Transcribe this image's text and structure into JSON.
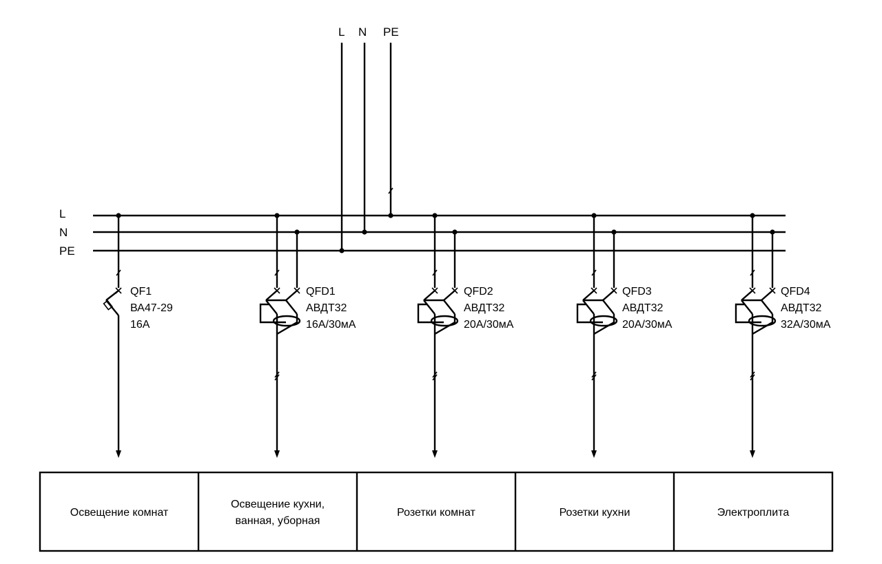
{
  "supply": {
    "incoming": [
      "L",
      "N",
      "PE"
    ],
    "busbars": [
      "L",
      "N",
      "PE"
    ]
  },
  "feeders": [
    {
      "id": "QF1",
      "type": "breaker",
      "model": "ВА47-29",
      "rating": "16A"
    },
    {
      "id": "QFD1",
      "type": "rcbo",
      "model": "АВДТ32",
      "rating": "16A/30мA"
    },
    {
      "id": "QFD2",
      "type": "rcbo",
      "model": "АВДТ32",
      "rating": "20A/30мA"
    },
    {
      "id": "QFD3",
      "type": "rcbo",
      "model": "АВДТ32",
      "rating": "20A/30мA"
    },
    {
      "id": "QFD4",
      "type": "rcbo",
      "model": "АВДТ32",
      "rating": "32A/30мA"
    }
  ],
  "loads": [
    [
      "Освещение комнат"
    ],
    [
      "Освещение кухни,",
      "ванная, уборная"
    ],
    [
      "Розетки комнат"
    ],
    [
      "Розетки кухни"
    ],
    [
      "Электроплита"
    ]
  ]
}
